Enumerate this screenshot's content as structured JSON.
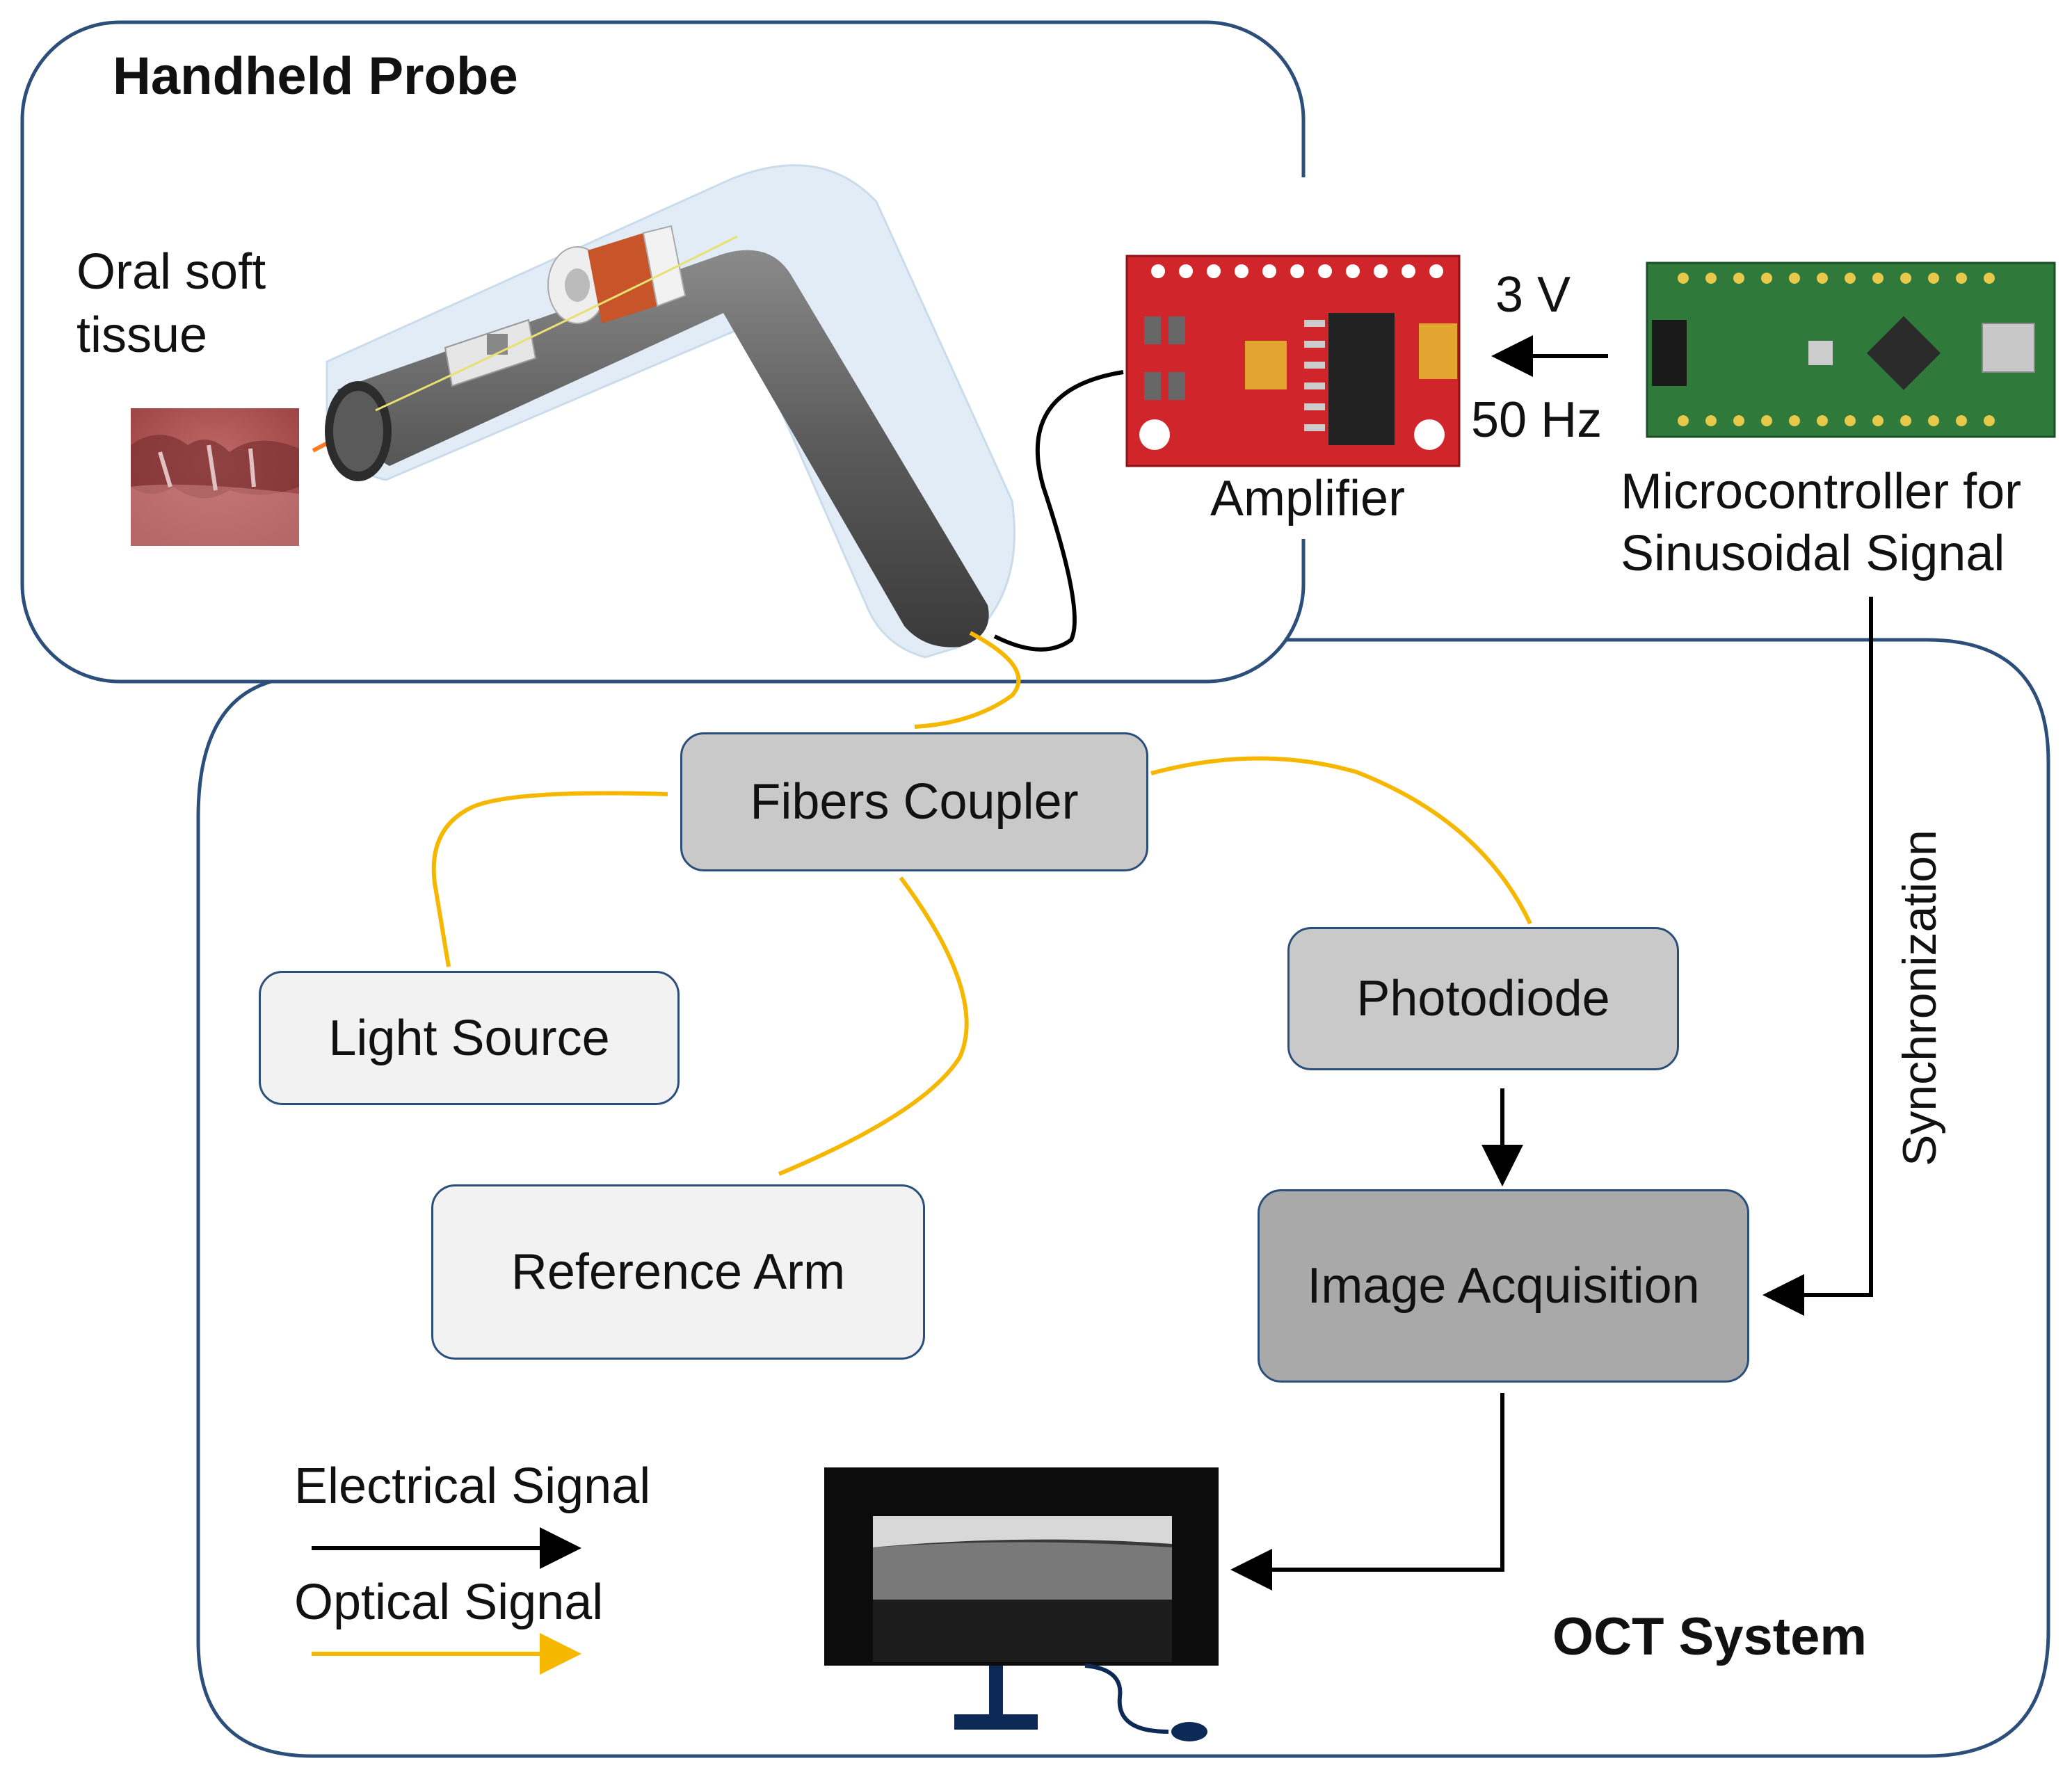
{
  "handheld_probe": {
    "title": "Handheld Probe",
    "tissue_label_line1": "Oral soft",
    "tissue_label_line2": "tissue",
    "amplifier_label": "Amplifier",
    "voltage_label": "3 V",
    "frequency_label": "50 Hz",
    "microcontroller_label_line1": "Microcontroller for",
    "microcontroller_label_line2": "Sinusoidal Signal"
  },
  "oct_system": {
    "title": "OCT System",
    "boxes": {
      "fibers_coupler": "Fibers Coupler",
      "light_source": "Light Source",
      "reference_arm": "Reference Arm",
      "photodiode": "Photodiode",
      "image_acquisition": "Image Acquisition"
    },
    "sync_label": "Synchronization"
  },
  "legend": {
    "electrical": "Electrical Signal",
    "optical": "Optical Signal"
  },
  "colors": {
    "frame_border": "#2b4f7a",
    "optical_signal": "#f5b700",
    "electrical_signal": "#000000",
    "amplifier_board": "#d0252a",
    "microcontroller_board": "#2f7a3a"
  }
}
